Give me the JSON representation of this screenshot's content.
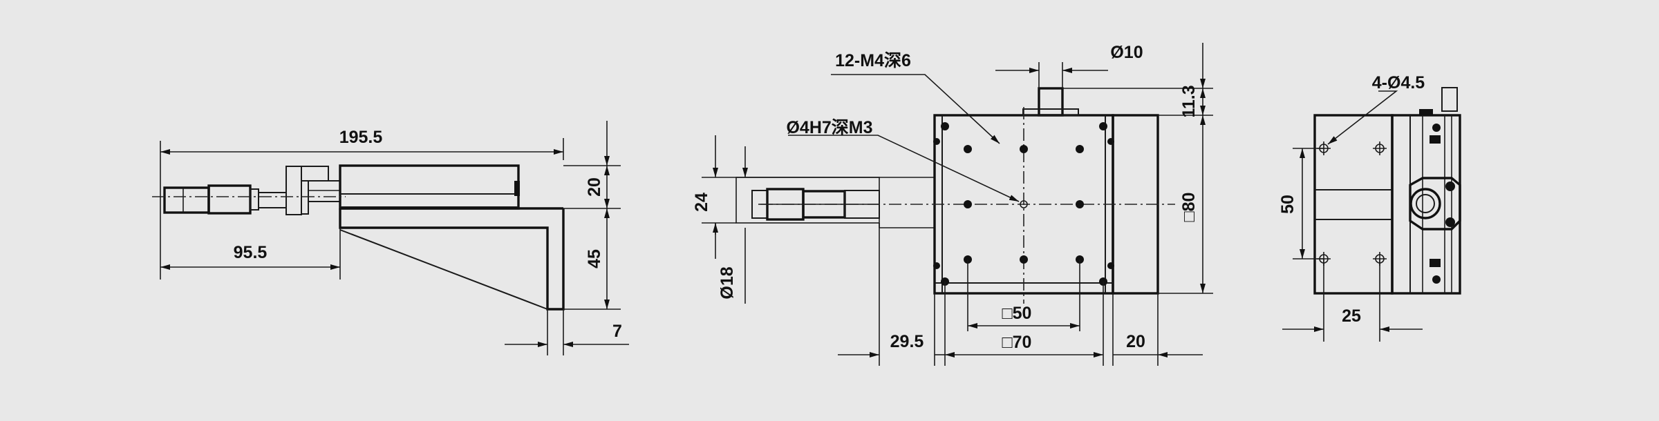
{
  "views": {
    "side": {
      "length_overall": "195.5",
      "length_micrometer": "95.5",
      "height_top": "20",
      "height_bracket": "45",
      "thickness": "7"
    },
    "front": {
      "tapped_holes": "12-M4深6",
      "center_hole": "Ø4H7深M3",
      "spindle_diameter": "Ø10",
      "spindle_height": "11.3",
      "offset_24": "24",
      "barrel_diameter": "Ø18",
      "table_size": "□80",
      "hole_pitch_inner": "□50",
      "hole_pitch_outer": "□70",
      "micrometer_offset": "29.5",
      "right_offset": "20"
    },
    "end": {
      "mount_holes": "4-Ø4.5",
      "pitch_vertical": "50",
      "pitch_horizontal": "25"
    }
  }
}
